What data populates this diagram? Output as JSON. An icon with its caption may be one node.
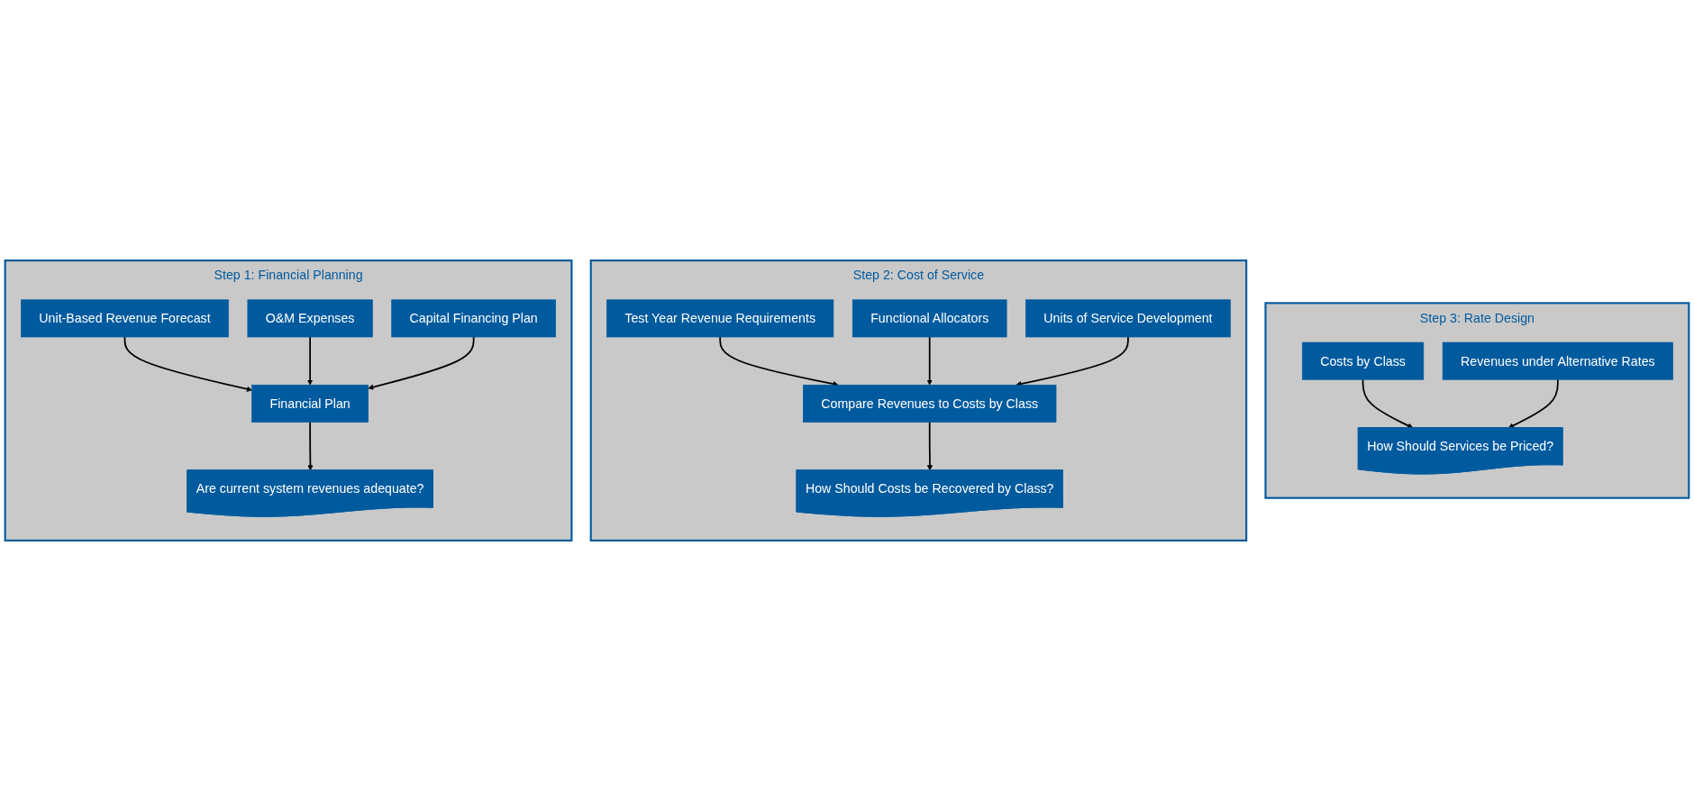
{
  "diagram": {
    "nodes": [
      {
        "text": [
          "Step 1: Financial Planning"
        ]
      },
      {
        "text": [
          "Unit-Based Revenue Forecast"
        ],
        "in": 0
      },
      {
        "text": [
          "O&M Expenses"
        ],
        "in": 0
      },
      {
        "text": [
          "Capital Financing Plan"
        ],
        "in": 0
      },
      {
        "text": [
          "Financial Plan"
        ],
        "in": 0
      },
      {
        "text": [
          "Are current system revenues adequate?"
        ],
        "in": 0
      },
      {
        "text": [
          "Step 2: Cost of Service"
        ]
      },
      {
        "text": [
          "Test Year Revenue Requirements"
        ],
        "in": 6
      },
      {
        "text": [
          "Functional Allocators"
        ],
        "in": 6
      },
      {
        "text": [
          "Units of Service Development"
        ],
        "in": 6
      },
      {
        "text": [
          "Compare Revenues to Costs by Class"
        ],
        "in": 6
      },
      {
        "text": [
          "How Should Costs be Recovered by Class?"
        ],
        "in": 6
      },
      {
        "text": [
          "Step 3: Rate Design"
        ]
      },
      {
        "text": [
          "Costs by Class"
        ],
        "in": 12
      },
      {
        "text": [
          "Revenues under Alternative Rates"
        ],
        "in": 12
      },
      {
        "text": [
          "How Should Services be Priced?"
        ],
        "in": 12
      }
    ],
    "edges": [
      {
        "from": 1,
        "to": 4,
        "arrow": "to"
      },
      {
        "from": 2,
        "to": 4,
        "arrow": "to"
      },
      {
        "from": 3,
        "to": 4,
        "arrow": "to"
      },
      {
        "from": 4,
        "to": 5,
        "arrow": "to"
      },
      {
        "from": 7,
        "to": 10,
        "arrow": "to"
      },
      {
        "from": 8,
        "to": 10,
        "arrow": "to"
      },
      {
        "from": 9,
        "to": 10,
        "arrow": "to"
      },
      {
        "from": 10,
        "to": 11,
        "arrow": "to"
      },
      {
        "from": 13,
        "to": 15,
        "arrow": "to"
      },
      {
        "from": 14,
        "to": 15,
        "arrow": "to"
      }
    ]
  }
}
